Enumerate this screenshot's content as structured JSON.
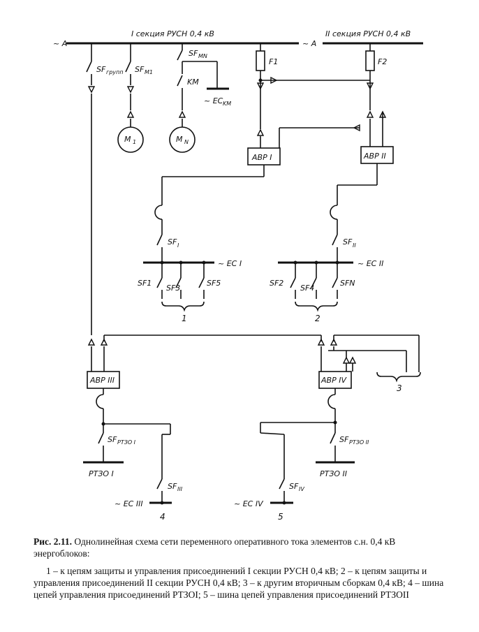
{
  "buses": {
    "section1_title": "I секция  РУСН  0,4 кВ",
    "section2_title": "II секция  РУСН  0,4 кВ",
    "bus_left_end": "~ A",
    "bus_mid_end": "~ A"
  },
  "devices": {
    "sf_group": "SF",
    "sf_group_sub": "групп",
    "sf_m1": "SF",
    "sf_m1_sub": "M1",
    "sf_mn": "SF",
    "sf_mn_sub": "MN",
    "km": "KM",
    "ec_km": "~ EC",
    "ec_km_sub": "KM",
    "m1": "M",
    "m1_sub": "1",
    "mn": "M",
    "mn_sub": "N",
    "f1": "F1",
    "f2": "F2",
    "avr1": "АВР I",
    "avr2": "АВР II",
    "avr3": "АВР III",
    "avr4": "АВР IV",
    "sf_i": "SF",
    "sf_i_sub": "I",
    "sf_ii": "SF",
    "sf_ii_sub": "II",
    "ec1": "~ EC I",
    "ec2": "~ EC II",
    "sf1": "SF1",
    "sf3": "SF3",
    "sf5": "SF5",
    "sf2": "SF2",
    "sf4": "SF4",
    "sfn": "SFN",
    "sf_rtzo1": "SF",
    "sf_rtzo1_sub": "РТЗО I",
    "sf_rtzo2": "SF",
    "sf_rtzo2_sub": "РТЗО II",
    "rtzo1": "РТЗО I",
    "rtzo2": "РТЗО II",
    "sf_iii": "SF",
    "sf_iii_sub": "III",
    "sf_iv": "SF",
    "sf_iv_sub": "IV",
    "ec3": "~ EC III",
    "ec4": "~ EC IV",
    "n1": "1",
    "n2": "2",
    "n3": "3",
    "n4": "4",
    "n5": "5"
  },
  "caption": {
    "figure_label": "Рис. 2.11.",
    "title": "Однолинейная схема сети переменного оперативного тока элементов с.н. 0,4 кВ энергоблоков:",
    "legend": "1 – к цепям защиты и управления присоединений I секции РУСН 0,4 кВ; 2 – к цепям защиты и управления присоединений II секции РУСН 0,4 кВ; 3 – к другим вторичным сборкам 0,4 кВ; 4 – шина цепей управления присоединений РТЗОI; 5 – шина цепей управления присоединений РТЗОII"
  }
}
